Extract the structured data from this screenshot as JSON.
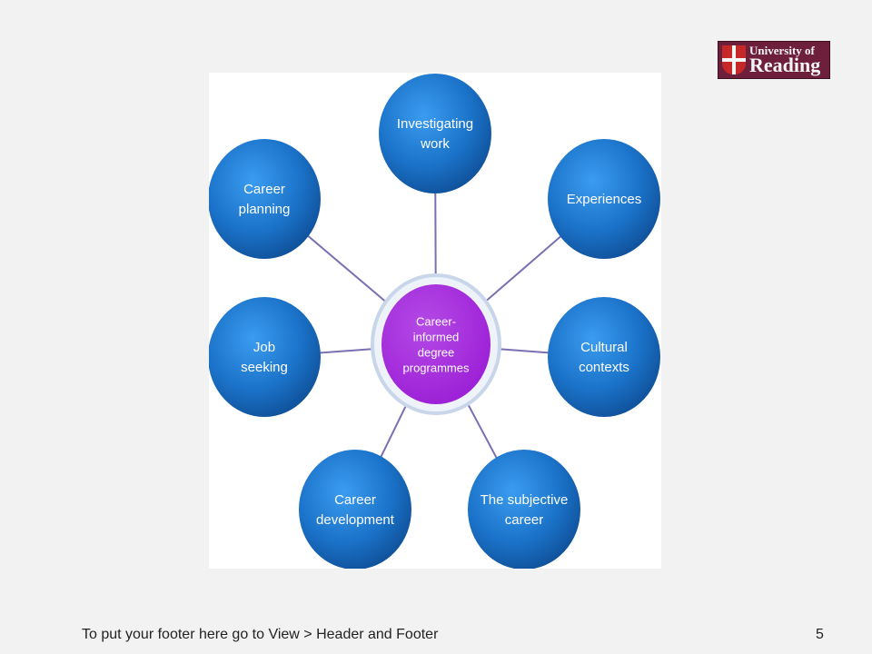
{
  "logo": {
    "line1": "University of",
    "line2": "Reading"
  },
  "diagram": {
    "center": [
      "Career-",
      "informed",
      "degree",
      "programmes"
    ],
    "nodes": [
      {
        "id": "investigating-work",
        "lines": [
          "Investigating",
          "work"
        ]
      },
      {
        "id": "experiences",
        "lines": [
          "Experiences"
        ]
      },
      {
        "id": "cultural-contexts",
        "lines": [
          "Cultural",
          "contexts"
        ]
      },
      {
        "id": "subjective-career",
        "lines": [
          "The subjective",
          "career"
        ]
      },
      {
        "id": "career-development",
        "lines": [
          "Career",
          "development"
        ]
      },
      {
        "id": "job-seeking",
        "lines": [
          "Job",
          "seeking"
        ]
      },
      {
        "id": "career-planning",
        "lines": [
          "Career",
          "planning"
        ]
      }
    ],
    "colors": {
      "node": "#1b73c9",
      "node_dark": "#0f4f98",
      "center": "#9c1fd6",
      "line": "#7a6fb3"
    }
  },
  "footer": {
    "text": "To put your footer here go to View > Header and Footer",
    "page_number": "5"
  }
}
